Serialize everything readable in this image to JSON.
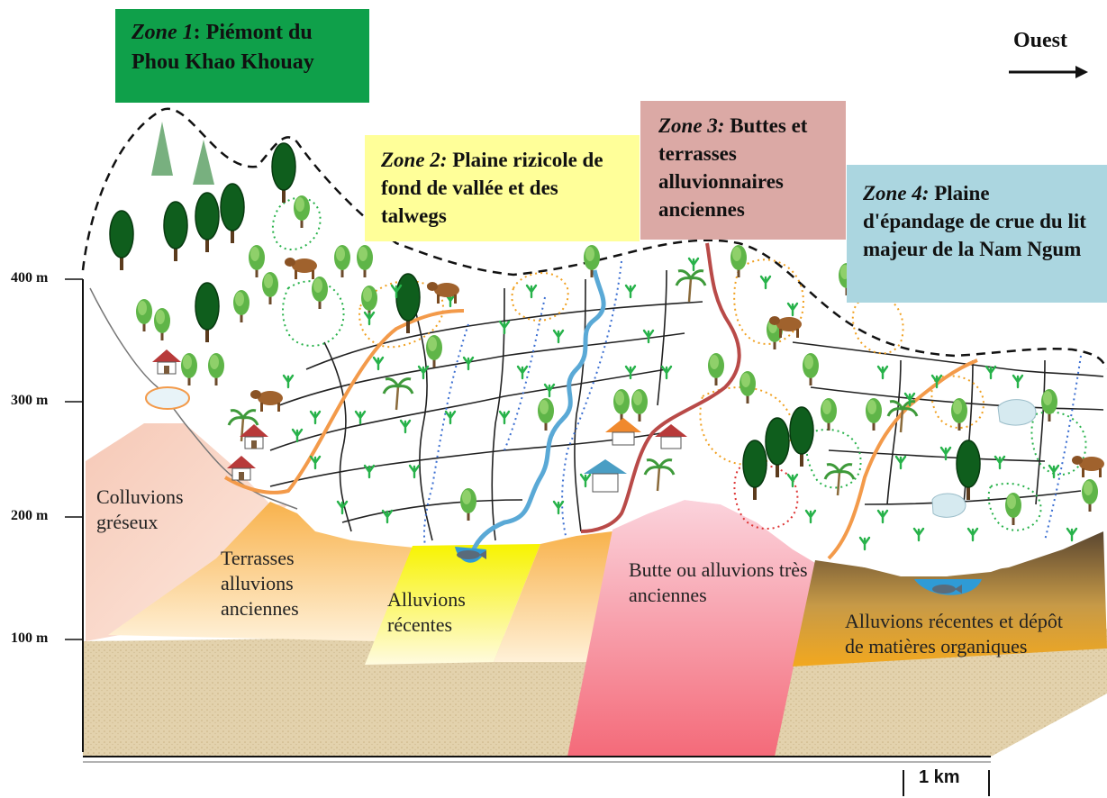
{
  "zones": {
    "z1": {
      "label": "Zone 1",
      "sep": ": ",
      "text": "Piémont du Phou Khao Khouay"
    },
    "z2": {
      "label": "Zone 2:",
      "text": " Plaine rizicole de fond de vallée et des talwegs"
    },
    "z3": {
      "label": "Zone 3:",
      "text": " Buttes et terrasses alluvionnaires anciennes"
    },
    "z4": {
      "label": "Zone 4:",
      "text": " Plaine d'épandage de crue du lit majeur de la Nam Ngum"
    }
  },
  "layers": {
    "colluvions": "Colluvions gréseux",
    "terrasses": "Terrasses alluvions anciennes",
    "recentes": "Alluvions récentes",
    "butte": "Butte ou alluvions très anciennes",
    "recentes_mo": "Alluvions récentes et dépôt de matières organiques"
  },
  "altitudes": [
    "400 m",
    "300 m",
    "200 m",
    "100 m"
  ],
  "direction": "Ouest",
  "scale": "1 km",
  "colors": {
    "zone1": "#0fa04a",
    "zone2": "#ffff99",
    "zone3": "#dba9a5",
    "zone4": "#abd6e0",
    "river": "#5aa9d6",
    "boundary_orange": "#f39a4a",
    "boundary_red": "#b94a48"
  }
}
